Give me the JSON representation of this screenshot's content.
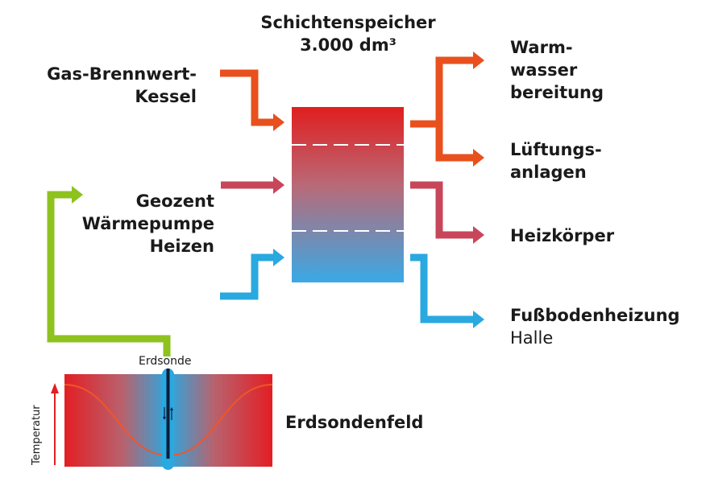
{
  "storage": {
    "line1": "Schichtenspeicher",
    "line2": "3.000 dm³"
  },
  "sources": {
    "boiler": {
      "line1": "Gas-Brennwert-",
      "line2": "Kessel"
    },
    "heatpump": {
      "line1": "Geozent",
      "line2": "Wärmepumpe",
      "line3": "Heizen"
    }
  },
  "consumers": {
    "hotwater": {
      "line1": "Warm-",
      "line2": "wasser",
      "line3": "bereitung"
    },
    "ventilation": {
      "line1": "Lüftungs-",
      "line2": "anlagen"
    },
    "radiators": {
      "line1": "Heizkörper"
    },
    "floorheating": {
      "line1": "Fußbodenheizung",
      "line2": "Halle"
    }
  },
  "ground": {
    "probe_label": "Erdsonde",
    "field_label": "Erdsondenfeld",
    "axis_label": "Temperatur"
  },
  "colors": {
    "hot": "#e8501e",
    "warm": "#c8465a",
    "cold": "#2aa8e0",
    "green": "#8dc21f",
    "tank_top": "#e01e1e",
    "tank_bottom": "#3aa9e6"
  }
}
